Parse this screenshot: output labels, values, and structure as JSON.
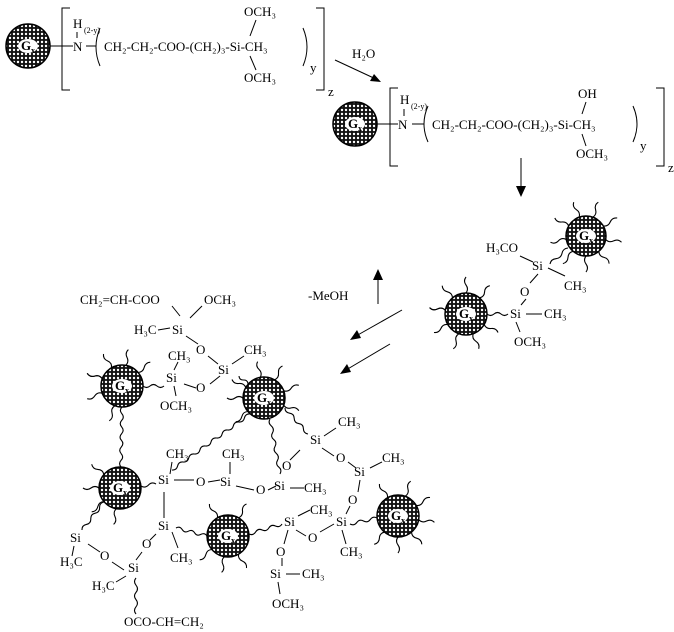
{
  "generation_label": "G",
  "generation_sub": "x",
  "step1": {
    "nh": "N",
    "h_label": "H",
    "h_sub": "(2-y)",
    "chain": "CH₂-CH₂-COO-(CH₂)₃-Si-CH₃",
    "och3_top": "OCH₃",
    "och3_bottom": "OCH₃",
    "y": "y",
    "z": "z"
  },
  "reagent_h2o": "H₂O",
  "step2": {
    "nh": "N",
    "h_label": "H",
    "h_sub": "(2-y)",
    "chain": "CH₂-CH₂-COO-(CH₂)₃-Si-CH₃",
    "oh_top": "OH",
    "och3_bottom": "OCH₃",
    "y": "y",
    "z": "z"
  },
  "reagent_meoh": "-MeOH",
  "step3": {
    "h3co": "H₃CO",
    "si1": "Si",
    "ch3_1": "CH₃",
    "o": "O",
    "si2": "Si",
    "ch3_2": "CH₃",
    "och3": "OCH₃"
  },
  "network": {
    "acrylate_top": "CH₂=CH-COO",
    "acrylate_bottom": "OCO-CH=CH₂",
    "si": "Si",
    "o": "O",
    "ch3": "CH₃",
    "h3c": "H₃C",
    "och3": "OCH₃"
  }
}
